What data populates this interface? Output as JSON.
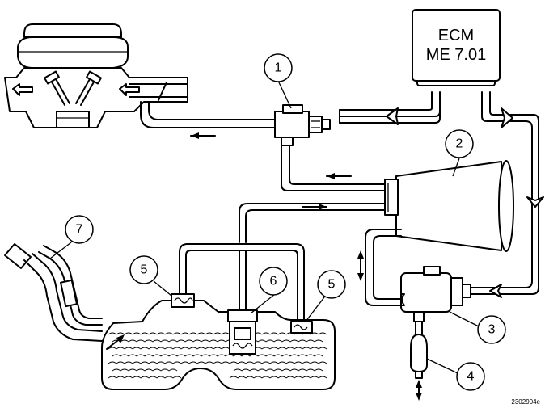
{
  "ecm": {
    "line1": "ECM",
    "line2": "ME 7.01"
  },
  "callouts": [
    {
      "id": "1",
      "label": "1"
    },
    {
      "id": "2",
      "label": "2"
    },
    {
      "id": "3",
      "label": "3"
    },
    {
      "id": "4",
      "label": "4"
    },
    {
      "id": "5a",
      "label": "5"
    },
    {
      "id": "5b",
      "label": "5"
    },
    {
      "id": "6",
      "label": "6"
    },
    {
      "id": "7",
      "label": "7"
    }
  ],
  "reference": "2302904e"
}
